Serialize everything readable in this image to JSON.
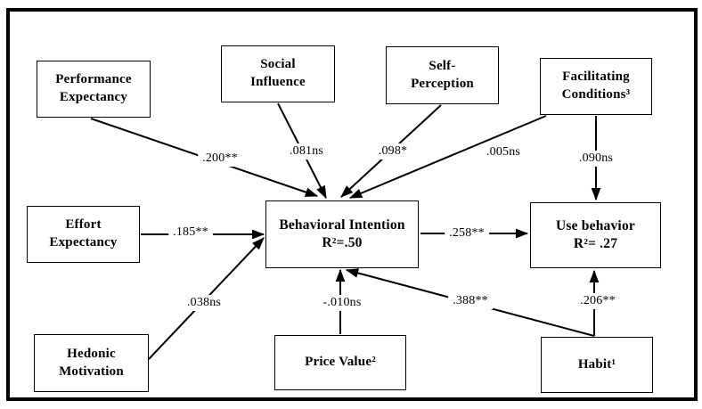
{
  "diagram": {
    "kind": "structural-path-model",
    "colors": {
      "background": "#ffffff",
      "line": "#000000",
      "box_border": "#000000",
      "text": "#000000"
    },
    "nodes": {
      "performance_expectancy": {
        "line1": "Performance",
        "line2": "Expectancy"
      },
      "social_influence": {
        "line1": "Social",
        "line2": "Influence"
      },
      "self_perception": {
        "line1": "Self-",
        "line2": "Perception"
      },
      "facilitating_conditions": {
        "line1": "Facilitating",
        "line2": "Conditions³"
      },
      "effort_expectancy": {
        "line1": "Effort",
        "line2": "Expectancy"
      },
      "hedonic_motivation": {
        "line1": "Hedonic",
        "line2": "Motivation"
      },
      "price_value": {
        "line1": "Price Value²"
      },
      "habit": {
        "line1": "Habit¹"
      },
      "behavioral_intention": {
        "line1": "Behavioral Intention",
        "line2": "R²=.50"
      },
      "use_behavior": {
        "line1": "Use behavior",
        "line2": "R²= .27"
      }
    },
    "paths": {
      "pe_bi": {
        "from": "Performance Expectancy",
        "to": "Behavioral Intention",
        "label": ".200**"
      },
      "si_bi": {
        "from": "Social Influence",
        "to": "Behavioral Intention",
        "label": ".081ns"
      },
      "sp_bi": {
        "from": "Self-Perception",
        "to": "Behavioral Intention",
        "label": ".098*"
      },
      "fc_bi": {
        "from": "Facilitating Conditions",
        "to": "Behavioral Intention",
        "label": ".005ns"
      },
      "fc_ub": {
        "from": "Facilitating Conditions",
        "to": "Use behavior",
        "label": ".090ns"
      },
      "ee_bi": {
        "from": "Effort Expectancy",
        "to": "Behavioral Intention",
        "label": ".185**"
      },
      "hm_bi": {
        "from": "Hedonic Motivation",
        "to": "Behavioral Intention",
        "label": ".038ns"
      },
      "pv_bi": {
        "from": "Price Value",
        "to": "Behavioral Intention",
        "label": "-.010ns"
      },
      "habit_bi": {
        "from": "Habit",
        "to": "Behavioral Intention",
        "label": ".388**"
      },
      "habit_ub": {
        "from": "Habit",
        "to": "Use behavior",
        "label": ".206**"
      },
      "bi_ub": {
        "from": "Behavioral Intention",
        "to": "Use behavior",
        "label": ".258**"
      }
    }
  }
}
